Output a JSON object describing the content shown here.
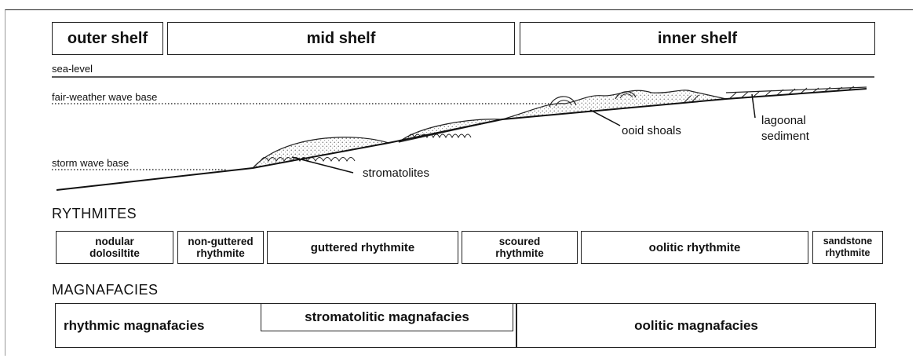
{
  "zones": {
    "outer_shelf": "outer shelf",
    "mid_shelf": "mid shelf",
    "inner_shelf": "inner shelf"
  },
  "profile": {
    "sea_level": "sea-level",
    "fair_weather_wave_base": "fair-weather wave base",
    "storm_wave_base": "storm wave base",
    "ooid_shoals": "ooid shoals",
    "lagoonal_sediment_line1": "lagoonal",
    "lagoonal_sediment_line2": "sediment",
    "stromatolites": "stromatolites"
  },
  "rythmites": {
    "heading": "RYTHMITES",
    "nodular_l1": "nodular",
    "nodular_l2": "dolosiltite",
    "nonguttered_l1": "non-guttered",
    "nonguttered_l2": "rhythmite",
    "guttered": "guttered rhythmite",
    "scoured_l1": "scoured",
    "scoured_l2": "rhythmite",
    "oolitic": "oolitic rhythmite",
    "sandstone_l1": "sandstone",
    "sandstone_l2": "rhythmite"
  },
  "magnafacies": {
    "heading": "MAGNAFACIES",
    "rhythmic": "rhythmic magnafacies",
    "stromatolitic": "stromatolitic magnafacies",
    "oolitic": "oolitic magnafacies"
  }
}
